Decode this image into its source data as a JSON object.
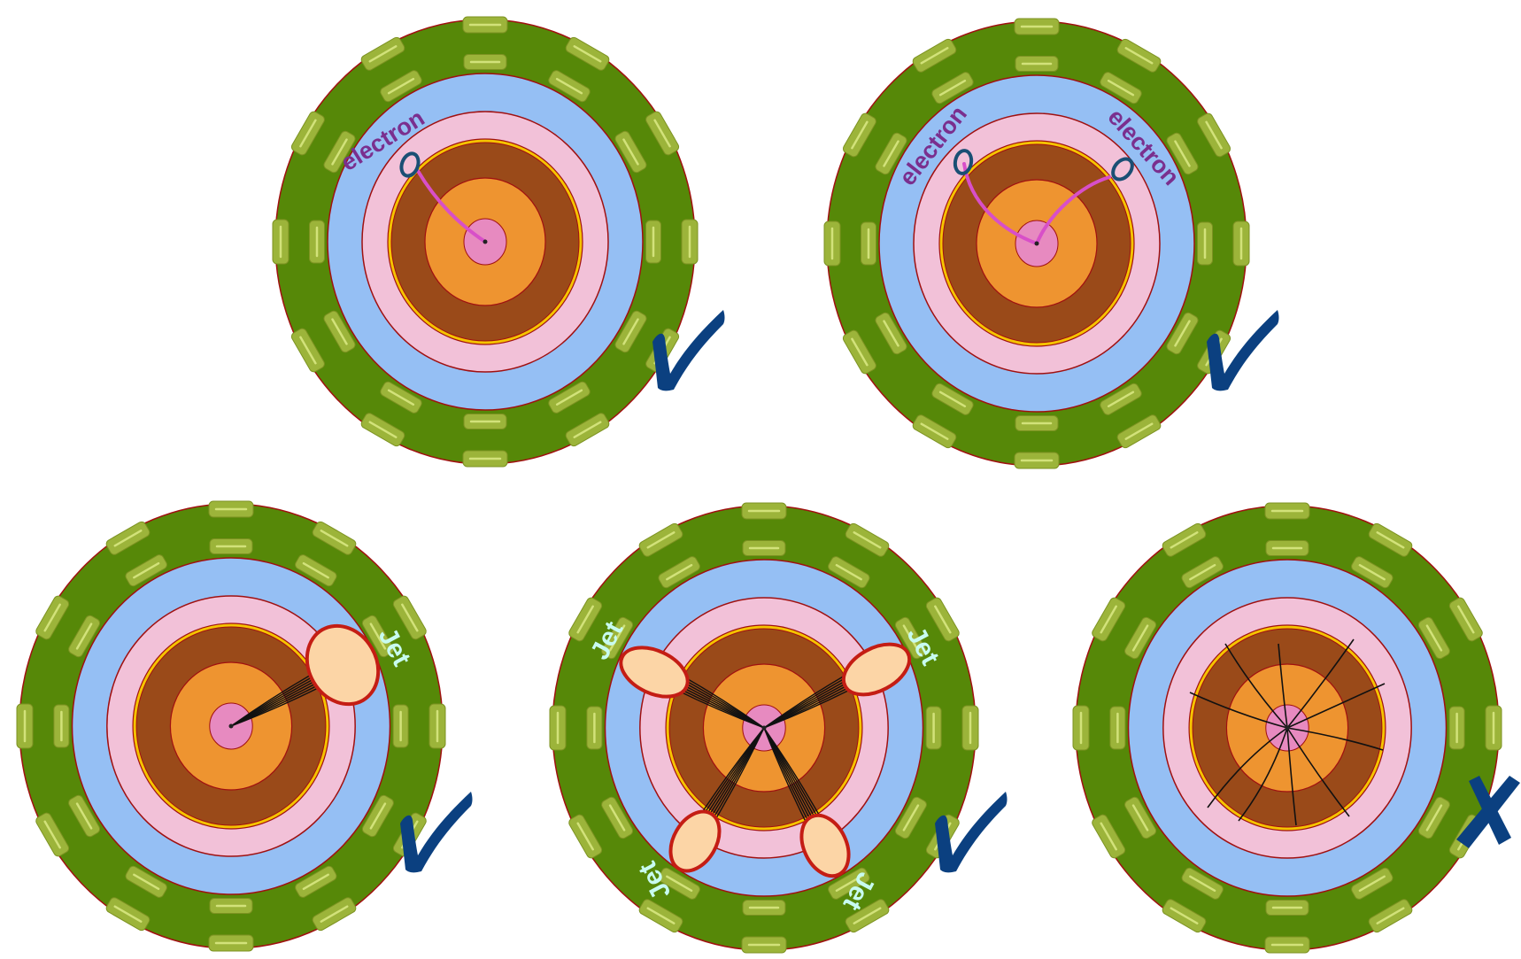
{
  "colors": {
    "outer_ring": "#568808",
    "muon_chamber": "#9cb43a",
    "muon_chamber_highlight": "#d2e27a",
    "hcal_blue": "#95bff4",
    "pink_layer": "#f2c1d8",
    "brown_layer": "#9a4a19",
    "orange_layer": "#ee9430",
    "core_pink": "#e78ac0",
    "outline": "#a01010",
    "gold_ring": "#f5c400",
    "electron_track": "#d84fc8",
    "electron_cluster": "#1a4f74",
    "jet_fill": "#fcd5a6",
    "jet_outline": "#c41d14",
    "mark": "#0b4080"
  },
  "detectors": [
    {
      "name": "single-electron-event",
      "electrons": [
        {
          "label": "electron"
        }
      ],
      "jets": [],
      "mark": {
        "type": "check",
        "icon": "checkmark-icon"
      }
    },
    {
      "name": "two-electron-event",
      "electrons": [
        {
          "label": "electron"
        },
        {
          "label": "electron"
        }
      ],
      "jets": [],
      "mark": {
        "type": "check",
        "icon": "checkmark-icon"
      }
    },
    {
      "name": "single-jet-event",
      "electrons": [],
      "jets": [
        {
          "label": "Jet"
        }
      ],
      "mark": {
        "type": "check",
        "icon": "checkmark-icon"
      }
    },
    {
      "name": "four-jet-event",
      "electrons": [],
      "jets": [
        {
          "label": "Jet"
        },
        {
          "label": "Jet"
        },
        {
          "label": "Jet"
        },
        {
          "label": "Jet"
        }
      ],
      "mark": {
        "type": "check",
        "icon": "checkmark-icon"
      }
    },
    {
      "name": "scattered-tracks-event",
      "electrons": [],
      "jets": [],
      "mark": {
        "type": "cross",
        "icon": "cross-icon"
      }
    }
  ]
}
